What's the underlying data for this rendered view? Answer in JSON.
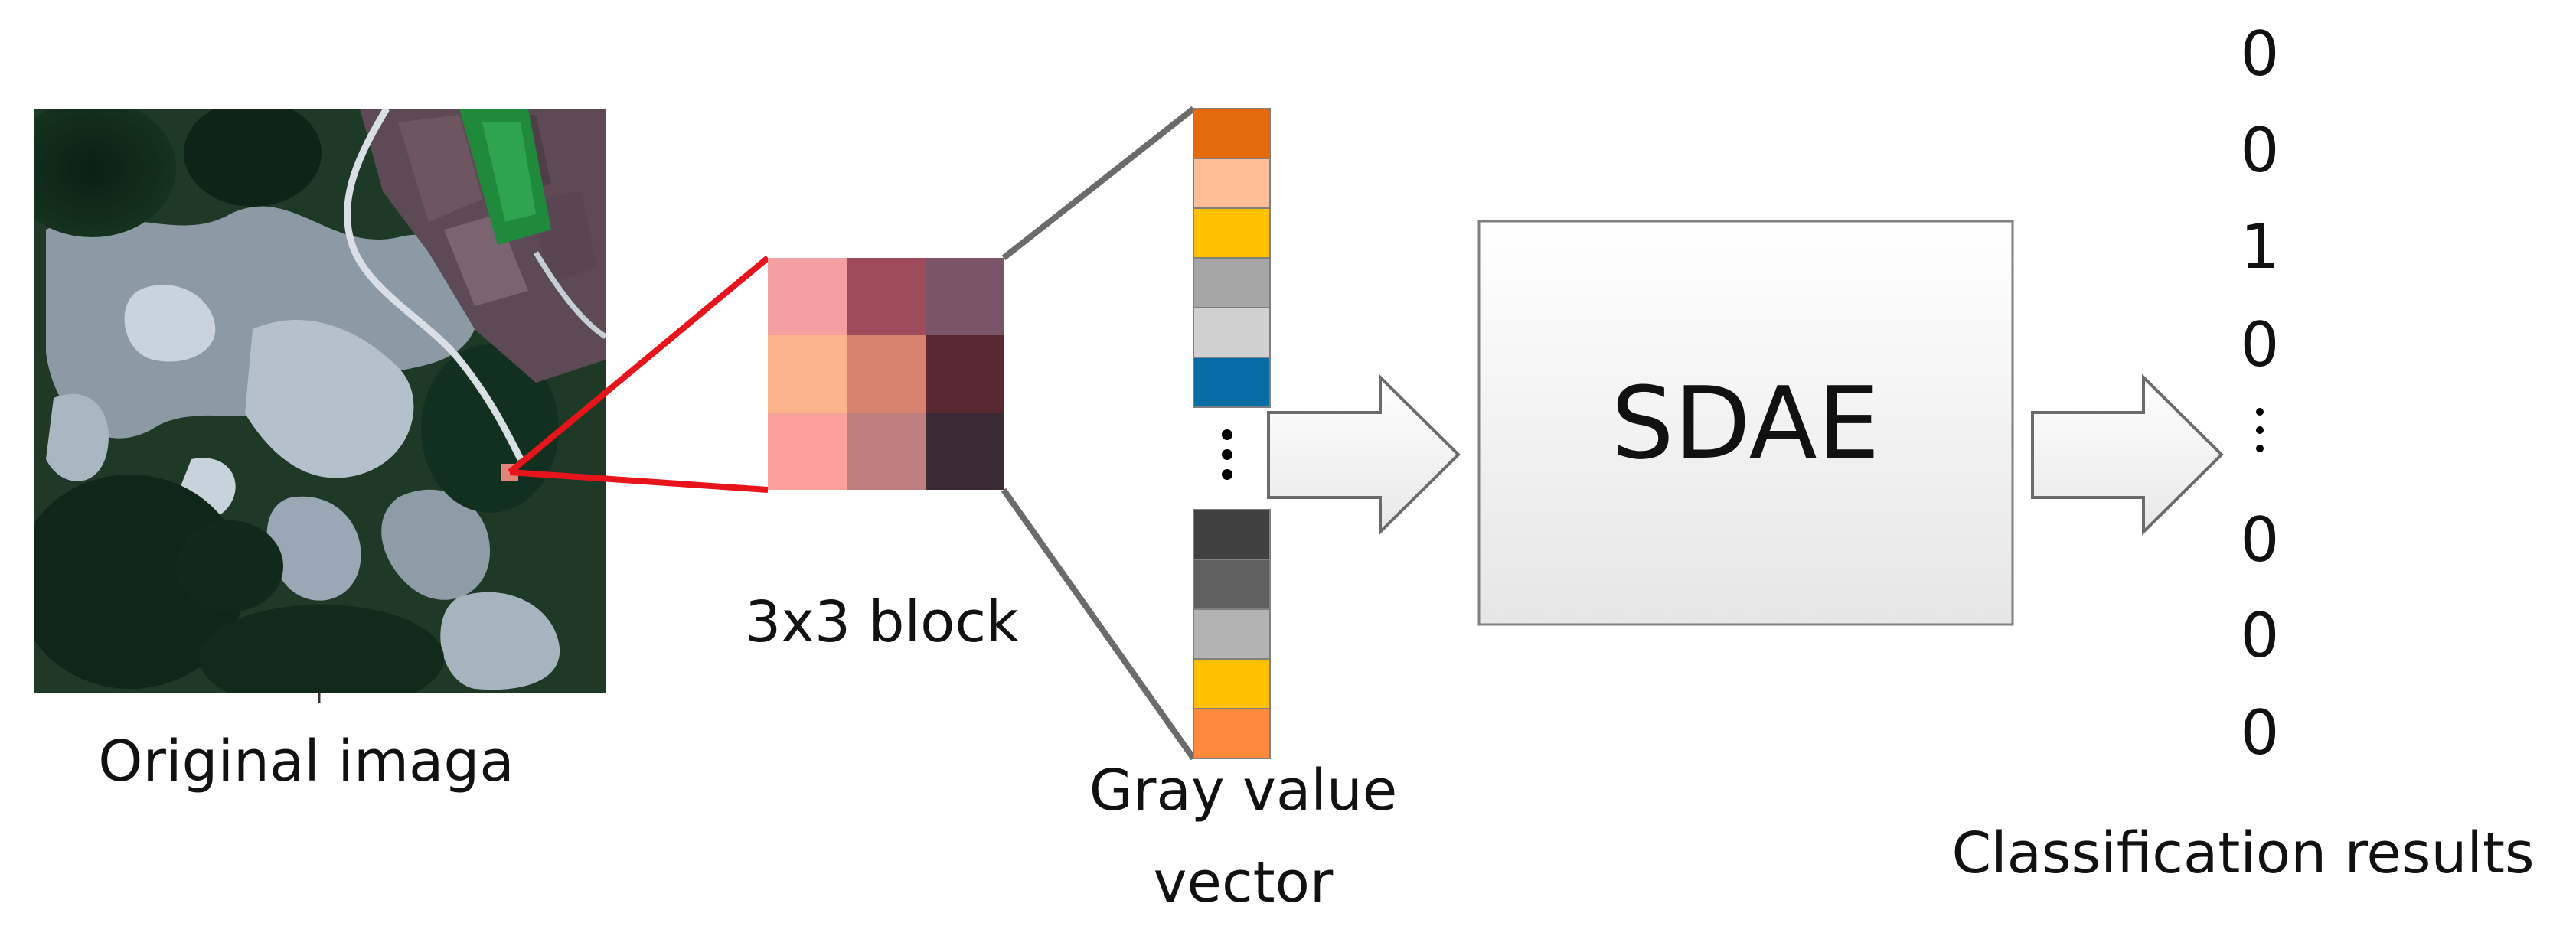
{
  "labels": {
    "original_image": "Original imaga",
    "block": "3x3 block",
    "gray_vector_line1": "Gray value",
    "gray_vector_line2": "vector",
    "model": "SDAE",
    "classification": "Classification results"
  },
  "block_colors": [
    [
      "#F4A0A3",
      "#A04B5C",
      "#7A5468"
    ],
    [
      "#FCB48A",
      "#D6826E",
      "#5A2830"
    ],
    [
      "#F9A19A",
      "#BF7F7F",
      "#3A2B37"
    ]
  ],
  "vector_top_colors": [
    "#E46A0C",
    "#FDBE96",
    "#FFC000",
    "#A5A5A5",
    "#D0D0D0",
    "#066EA5"
  ],
  "vector_bottom_colors": [
    "#404040",
    "#606060",
    "#B3B3B3",
    "#FFC000",
    "#FF8A3D"
  ],
  "results_top": [
    "0",
    "0",
    "1",
    "0"
  ],
  "results_bottom": [
    "0",
    "0",
    "0"
  ],
  "colors": {
    "connector_red": "#E8141C",
    "connector_gray": "#6B6B6B",
    "arrow_outline": "#6B6B6B",
    "box_outline": "#7F7F7F"
  }
}
